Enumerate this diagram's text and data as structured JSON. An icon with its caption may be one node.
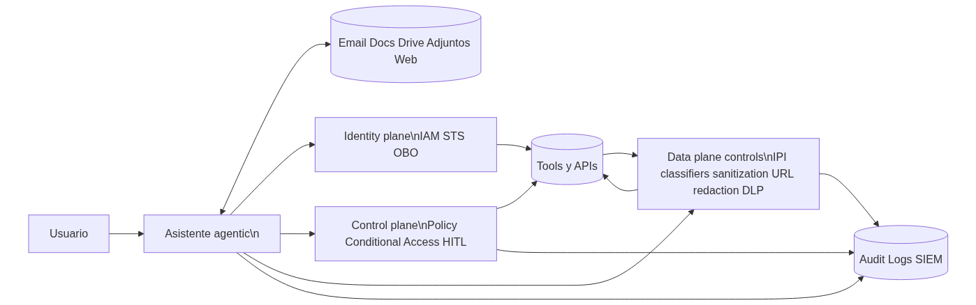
{
  "diagram": {
    "nodes": [
      {
        "text": [
          "Usuario"
        ]
      },
      {
        "text": [
          "Asistente agentic\\n"
        ]
      },
      {
        "text": [
          "Email Docs Drive Adjuntos Web"
        ]
      },
      {
        "text": [
          "Identity plane\\nIAM STS OBO"
        ]
      },
      {
        "text": [
          "Control plane\\nPolicy Conditional Access HITL"
        ]
      },
      {
        "text": [
          "Tools y APIs"
        ]
      },
      {
        "text": [
          "Data plane controls\\nIPI classifiers sanitization URL redaction DLP"
        ]
      },
      {
        "text": [
          "Audit Logs SIEM"
        ]
      }
    ],
    "edges": [
      {
        "from": 0,
        "to": 1,
        "arrow": "to"
      },
      {
        "from": 1,
        "to": 2,
        "arrow": "both"
      },
      {
        "from": 1,
        "to": 3,
        "arrow": "to"
      },
      {
        "from": 1,
        "to": 4,
        "arrow": "to"
      },
      {
        "from": 3,
        "to": 5,
        "arrow": "to"
      },
      {
        "from": 4,
        "to": 5,
        "arrow": "to"
      },
      {
        "from": 5,
        "to": 6,
        "arrow": "to"
      },
      {
        "from": 6,
        "to": 5,
        "arrow": "to"
      },
      {
        "from": 6,
        "to": 7,
        "arrow": "to"
      },
      {
        "from": 4,
        "to": 7,
        "arrow": "to"
      },
      {
        "from": 1,
        "to": 6,
        "arrow": "to"
      },
      {
        "from": 1,
        "to": 7,
        "arrow": "to"
      }
    ]
  }
}
